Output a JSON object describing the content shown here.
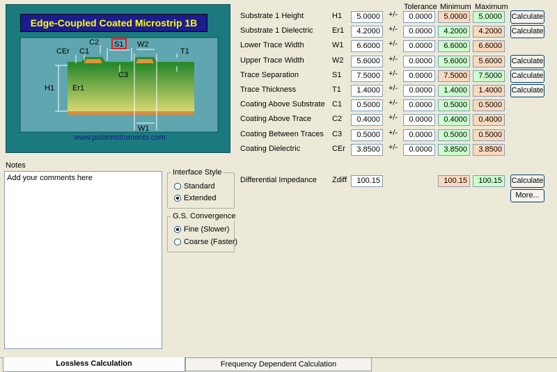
{
  "diagram": {
    "title": "Edge-Coupled Coated Microstrip 1B",
    "url": "www.polarinstruments.com",
    "labels": {
      "c2": "C2",
      "s1": "S1",
      "w2": "W2",
      "cer": "CEr",
      "c1": "C1",
      "t1": "T1",
      "c3": "C3",
      "h1": "H1",
      "er1": "Er1",
      "w1": "W1"
    }
  },
  "headers": {
    "tolerance": "Tolerance",
    "minimum": "Minimum",
    "maximum": "Maximum"
  },
  "params": [
    {
      "label": "Substrate 1 Height",
      "sym": "H1",
      "value": "5.0000",
      "pm": "+/-",
      "tol": "0.0000",
      "min": "5.0000",
      "max": "5.0000",
      "min_color": "orange",
      "max_color": "green",
      "calc": "Calculate"
    },
    {
      "label": "Substrate 1 Dielectric",
      "sym": "Er1",
      "value": "4.2000",
      "pm": "+/-",
      "tol": "0.0000",
      "min": "4.2000",
      "max": "4.2000",
      "min_color": "green",
      "max_color": "orange",
      "calc": "Calculate"
    },
    {
      "label": "Lower Trace Width",
      "sym": "W1",
      "value": "6.6000",
      "pm": "+/-",
      "tol": "0.0000",
      "min": "6.6000",
      "max": "6.6000",
      "min_color": "green",
      "max_color": "orange",
      "calc": ""
    },
    {
      "label": "Upper Trace Width",
      "sym": "W2",
      "value": "5.6000",
      "pm": "+/-",
      "tol": "0.0000",
      "min": "5.6000",
      "max": "5.6000",
      "min_color": "green",
      "max_color": "orange",
      "calc": "Calculate"
    },
    {
      "label": "Trace Separation",
      "sym": "S1",
      "value": "7.5000",
      "pm": "+/-",
      "tol": "0.0000",
      "min": "7.5000",
      "max": "7.5000",
      "min_color": "orange",
      "max_color": "green",
      "calc": "Calculate"
    },
    {
      "label": "Trace Thickness",
      "sym": "T1",
      "value": "1.4000",
      "pm": "+/-",
      "tol": "0.0000",
      "min": "1.4000",
      "max": "1.4000",
      "min_color": "green",
      "max_color": "orange",
      "calc": "Calculate"
    },
    {
      "label": "Coating Above Substrate",
      "sym": "C1",
      "value": "0.5000",
      "pm": "+/-",
      "tol": "0.0000",
      "min": "0.5000",
      "max": "0.5000",
      "min_color": "green",
      "max_color": "orange",
      "calc": ""
    },
    {
      "label": "Coating Above Trace",
      "sym": "C2",
      "value": "0.4000",
      "pm": "+/-",
      "tol": "0.0000",
      "min": "0.4000",
      "max": "0.4000",
      "min_color": "green",
      "max_color": "orange",
      "calc": ""
    },
    {
      "label": "Coating Between Traces",
      "sym": "C3",
      "value": "0.5000",
      "pm": "+/-",
      "tol": "0.0000",
      "min": "0.5000",
      "max": "0.5000",
      "min_color": "green",
      "max_color": "orange",
      "calc": ""
    },
    {
      "label": "Coating Dielectric",
      "sym": "CEr",
      "value": "3.8500",
      "pm": "+/-",
      "tol": "0.0000",
      "min": "3.8500",
      "max": "3.8500",
      "min_color": "green",
      "max_color": "orange",
      "calc": ""
    }
  ],
  "impedance": {
    "label": "Differential Impedance",
    "sym": "Zdiff",
    "value": "100.15",
    "min": "100.15",
    "max": "100.15",
    "calc": "Calculate",
    "more": "More..."
  },
  "notes": {
    "label": "Notes",
    "text": "Add your comments here"
  },
  "interface_style": {
    "title": "Interface Style",
    "options": [
      "Standard",
      "Extended"
    ],
    "selected": "Extended"
  },
  "convergence": {
    "title": "G.S. Convergence",
    "options": [
      "Fine (Slower)",
      "Coarse (Faster)"
    ],
    "selected": "Fine (Slower)"
  },
  "tabs": [
    {
      "label": "Lossless Calculation",
      "active": true
    },
    {
      "label": "Frequency Dependent Calculation",
      "active": false
    }
  ],
  "colors": {
    "orange": "#fcd9bd",
    "green": "#ccffcc",
    "diagram_bg": "#1a7a7e",
    "title_bg": "#1c1c8c",
    "title_fg": "#ffff00"
  }
}
